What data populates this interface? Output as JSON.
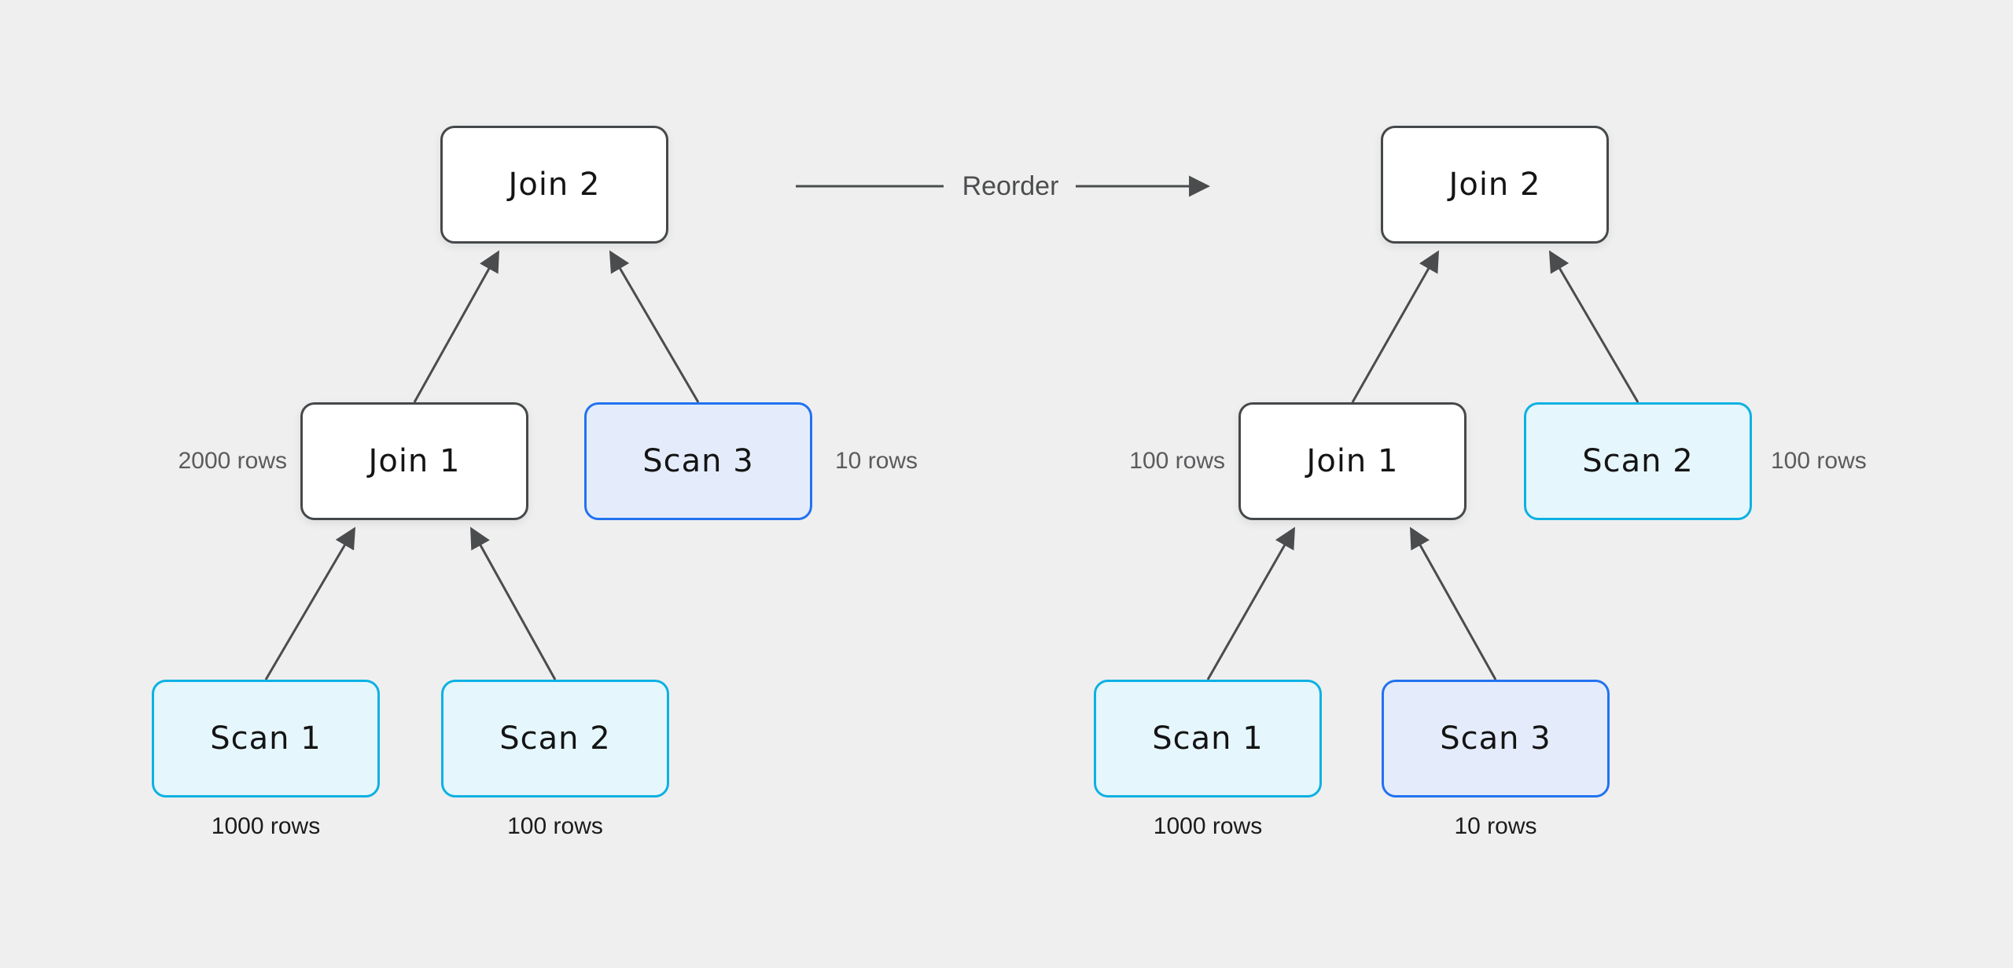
{
  "diagram": {
    "reorder_label": "Reorder",
    "left_tree": {
      "join2": "Join 2",
      "join1": "Join 1",
      "join1_rows": "2000 rows",
      "scan3": "Scan 3",
      "scan3_rows": "10 rows",
      "scan1": "Scan 1",
      "scan1_rows": "1000 rows",
      "scan2": "Scan 2",
      "scan2_rows": "100 rows"
    },
    "right_tree": {
      "join2": "Join 2",
      "join1": "Join 1",
      "join1_rows": "100 rows",
      "scan2": "Scan 2",
      "scan2_rows": "100 rows",
      "scan1": "Scan 1",
      "scan1_rows": "1000 rows",
      "scan3": "Scan 3",
      "scan3_rows": "10 rows"
    },
    "colors": {
      "background": "#efefef",
      "join_fill": "#ffffff",
      "join_border": "#45484a",
      "scan_cyan_fill": "#e5f6fc",
      "scan_cyan_border": "#0cb1e3",
      "scan_blue_fill": "#e4ecfb",
      "scan_blue_border": "#2272f0",
      "edge": "#4a4c4e",
      "side_label_text": "#5b5b5e",
      "bottom_label_text": "#1b1b1d"
    }
  }
}
